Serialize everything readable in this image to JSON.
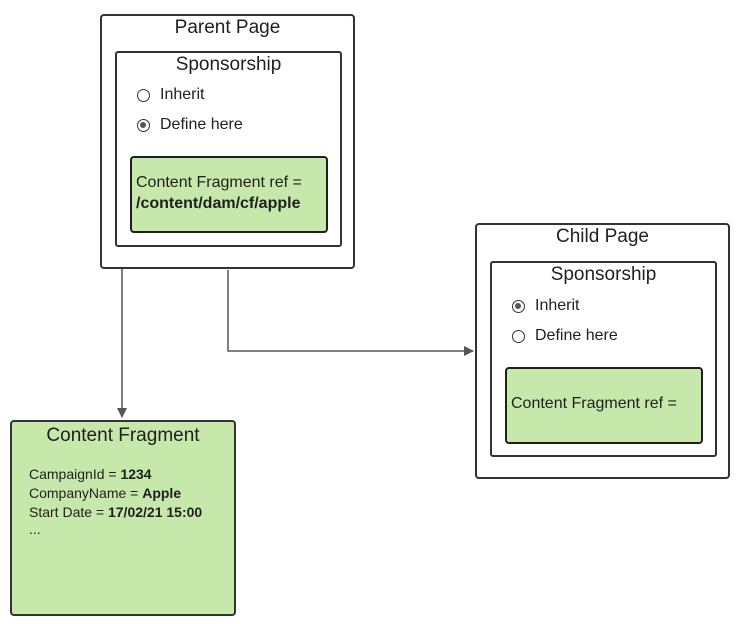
{
  "parent_page": {
    "title": "Parent Page",
    "sponsorship": {
      "title": "Sponsorship",
      "options": [
        {
          "label": "Inherit",
          "selected": false
        },
        {
          "label": "Define here",
          "selected": true
        }
      ],
      "fragment_ref": {
        "label": "Content Fragment ref =",
        "value": "/content/dam/cf/apple"
      }
    }
  },
  "child_page": {
    "title": "Child Page",
    "sponsorship": {
      "title": "Sponsorship",
      "options": [
        {
          "label": "Inherit",
          "selected": true
        },
        {
          "label": "Define here",
          "selected": false
        }
      ],
      "fragment_ref": {
        "label": "Content Fragment ref ="
      }
    }
  },
  "content_fragment": {
    "title": "Content Fragment",
    "fields": [
      {
        "label": "CampaignId = ",
        "value": "1234"
      },
      {
        "label": "CompanyName = ",
        "value": "Apple"
      },
      {
        "label": "Start Date = ",
        "value": "17/02/21 15:00"
      }
    ],
    "ellipsis": "..."
  },
  "colors": {
    "fragment_fill": "#c7e8ab",
    "border": "#333333",
    "connector": "#555555"
  }
}
